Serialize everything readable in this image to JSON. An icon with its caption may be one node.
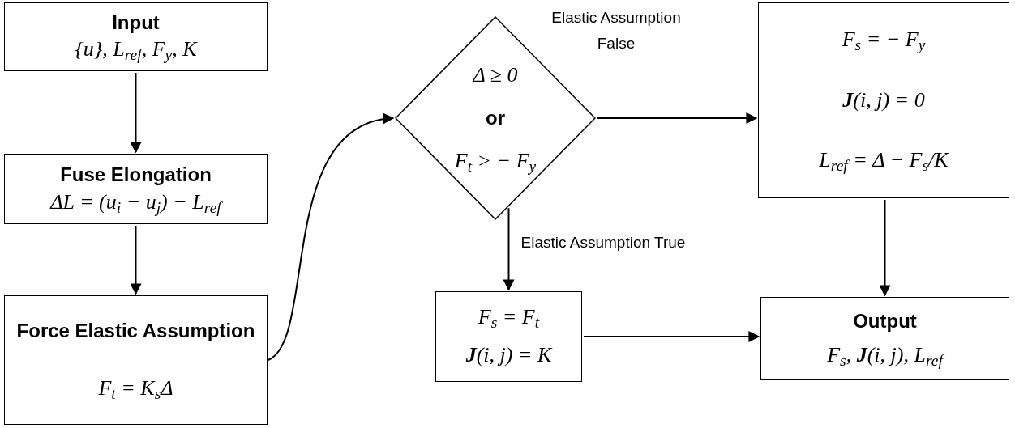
{
  "diagram": {
    "nodes": [
      {
        "text": [
          "Input",
          "{u}, L$_{ref}$, F$_{y}$, K"
        ]
      },
      {
        "text": [
          "Fuse Elongation",
          "ΔL = (u$_{i}$ − u$_{j}$) − L$_{ref}$"
        ]
      },
      {
        "text": [
          "Force Elastic Assumption",
          "F$_{t}$ = K$_{s}$Δ"
        ]
      },
      {
        "text": [
          "Δ ≥ 0",
          "or",
          "F$_{t}$ > − F$_{y}$"
        ]
      },
      {
        "text": [
          "F$_{s}$ = − F$_{y}$",
          "**J**(i, j) = 0",
          "L$_{ref}$ = Δ − F$_{s}$/K"
        ]
      },
      {
        "text": [
          "F$_{s}$ = F$_{t}$",
          "**J**(i, j) = K"
        ]
      },
      {
        "text": [
          "Output",
          "F$_{s}$, **J**(i, j), L$_{ref}$"
        ]
      }
    ],
    "edges": [
      {
        "from": 0,
        "to": 1,
        "arrow": "to"
      },
      {
        "from": 1,
        "to": 2,
        "arrow": "to"
      },
      {
        "from": 2,
        "to": 3,
        "arrow": "to"
      },
      {
        "from": 3,
        "to": 4,
        "arrow": "to",
        "label": "Elastic Assumption False"
      },
      {
        "from": 3,
        "to": 5,
        "arrow": "to",
        "label": "Elastic Assumption True"
      },
      {
        "from": 5,
        "to": 6,
        "arrow": "to"
      },
      {
        "from": 4,
        "to": 6,
        "arrow": "to"
      }
    ]
  }
}
